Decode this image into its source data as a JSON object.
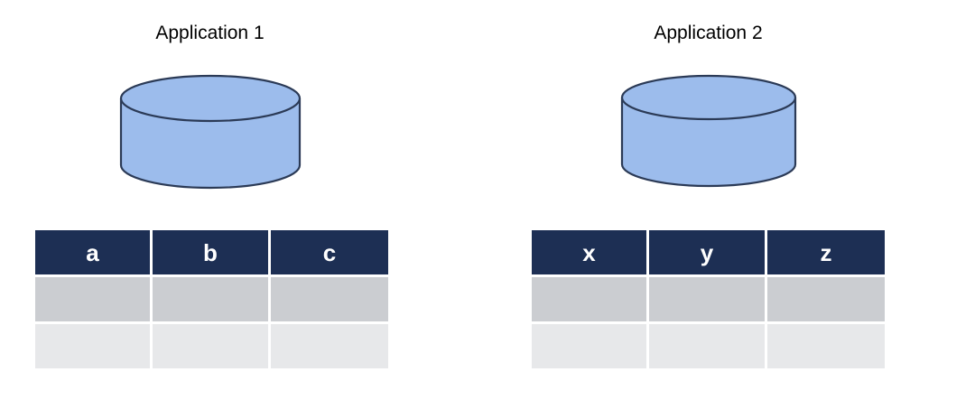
{
  "diagram": {
    "type": "architecture-diagram",
    "background_color": "#ffffff",
    "description": "Two independent applications, each with its own database cylinder and its own three-column data table.",
    "palette": {
      "cylinder_fill": "#9cbcec",
      "cylinder_stroke": "#2b3a56",
      "table_header_bg": "#1d2f54",
      "table_header_text": "#ffffff",
      "table_row_dark": "#cbcdd1",
      "table_row_light": "#e7e8ea",
      "title_text": "#000000"
    },
    "groups": [
      {
        "id": "application-1",
        "title": "Application 1",
        "database": {
          "icon": "database-cylinder-icon",
          "fill": "#9cbcec",
          "stroke": "#2b3a56"
        },
        "table": {
          "columns": [
            "a",
            "b",
            "c"
          ],
          "rows": [
            {
              "shade": "dark",
              "cells": [
                "",
                "",
                ""
              ]
            },
            {
              "shade": "light",
              "cells": [
                "",
                "",
                ""
              ]
            }
          ]
        }
      },
      {
        "id": "application-2",
        "title": "Application 2",
        "database": {
          "icon": "database-cylinder-icon",
          "fill": "#9cbcec",
          "stroke": "#2b3a56"
        },
        "table": {
          "columns": [
            "x",
            "y",
            "z"
          ],
          "rows": [
            {
              "shade": "dark",
              "cells": [
                "",
                "",
                ""
              ]
            },
            {
              "shade": "light",
              "cells": [
                "",
                "",
                ""
              ]
            }
          ]
        }
      }
    ]
  }
}
